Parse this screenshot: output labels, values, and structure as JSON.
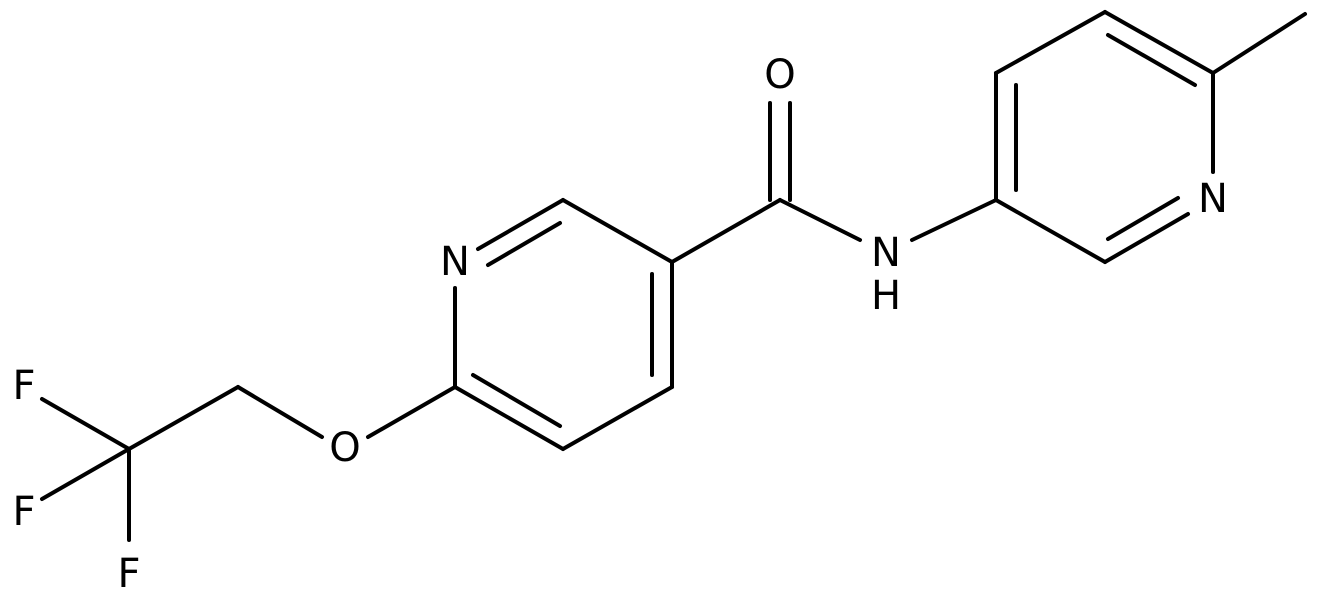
{
  "molecule": {
    "atoms": {
      "o_carbonyl": "O",
      "n_amide": "N",
      "h_amide": "H",
      "n_pyridine_left": "N",
      "n_pyridine_right": "N",
      "o_ether": "O",
      "f1": "F",
      "f2": "F",
      "f3": "F"
    }
  },
  "colors": {
    "bond": "#000000",
    "label": "#000000",
    "background": "#ffffff"
  }
}
